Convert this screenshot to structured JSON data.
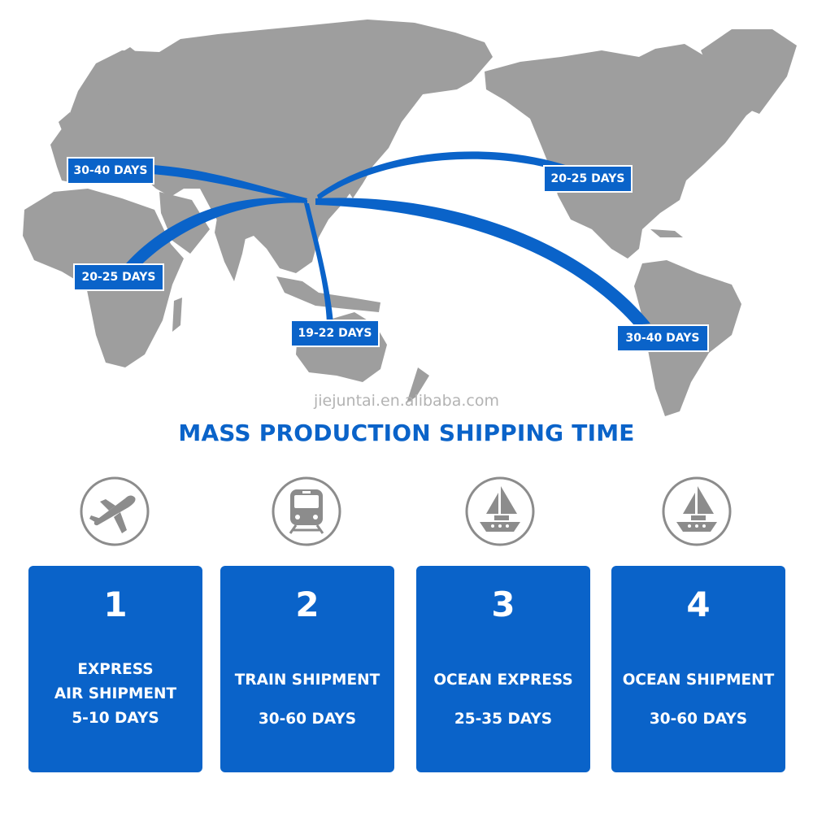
{
  "routes": [
    {
      "id": "europe",
      "label": "30-40 DAYS"
    },
    {
      "id": "africa",
      "label": "20-25 DAYS"
    },
    {
      "id": "australia",
      "label": "19-22 DAYS"
    },
    {
      "id": "north-america",
      "label": "20-25 DAYS"
    },
    {
      "id": "south-america",
      "label": "30-40 DAYS"
    }
  ],
  "watermark": "jiejuntai.en.alibaba.com",
  "title": "MASS PRODUCTION SHIPPING TIME",
  "icons": [
    "airplane-icon",
    "train-icon",
    "sailboat-icon",
    "sailboat-icon"
  ],
  "cards": [
    {
      "number": "1",
      "lines": [
        "EXPRESS",
        "AIR SHIPMENT",
        "5-10 DAYS"
      ]
    },
    {
      "number": "2",
      "lines": [
        "TRAIN SHIPMENT",
        "30-60 DAYS"
      ]
    },
    {
      "number": "3",
      "lines": [
        "OCEAN EXPRESS",
        "25-35 DAYS"
      ]
    },
    {
      "number": "4",
      "lines": [
        "OCEAN SHIPMENT",
        "30-60 DAYS"
      ]
    }
  ],
  "colors": {
    "accent": "#0a63c9",
    "land": "#9e9e9e",
    "icon_circle": "#8c8c8c",
    "watermark": "#b3b3b3"
  }
}
